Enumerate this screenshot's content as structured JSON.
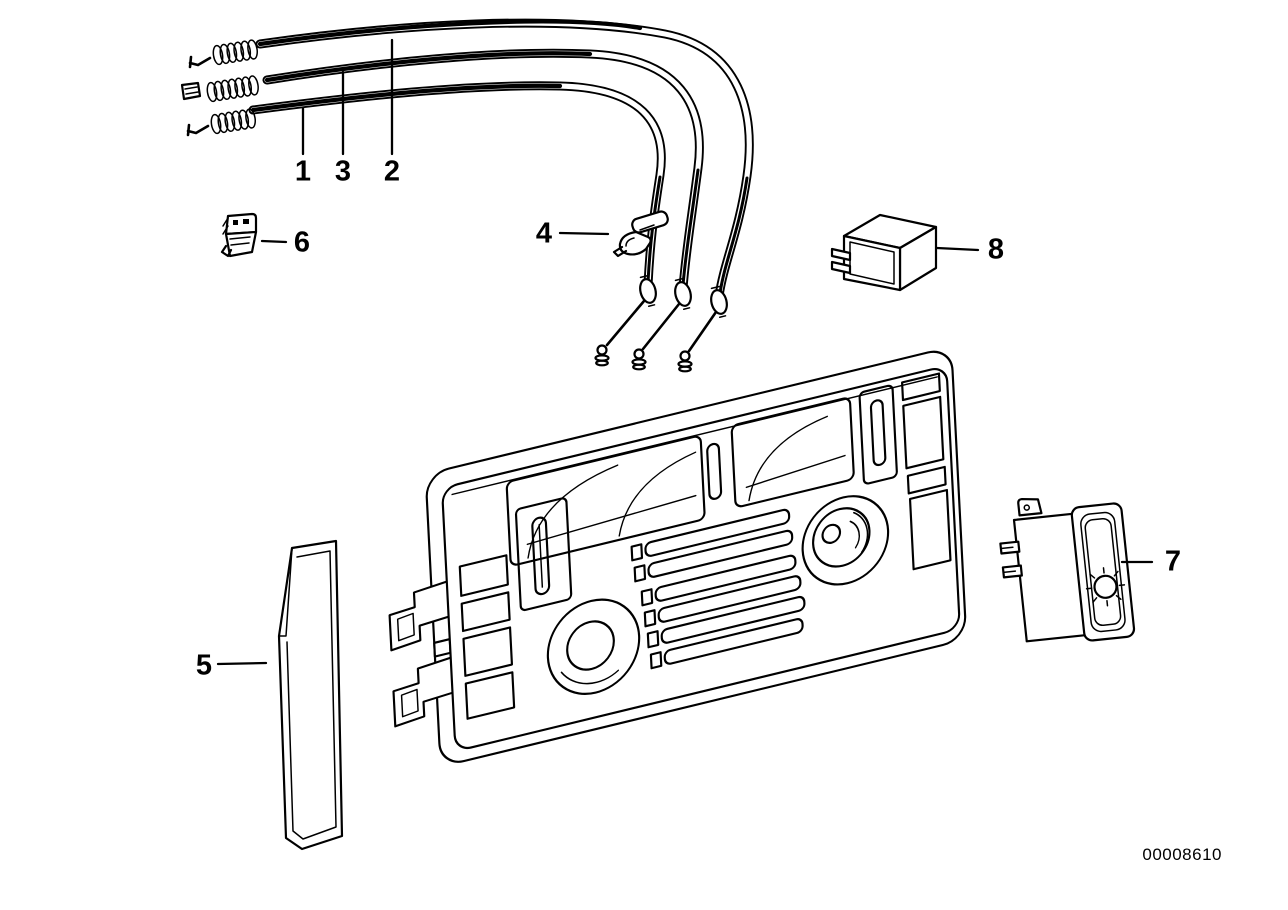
{
  "diagram": {
    "type": "parts-diagram",
    "id_number": "00008610",
    "colors": {
      "line": "#000000",
      "background": "#ffffff"
    },
    "callouts": [
      {
        "label": "1"
      },
      {
        "label": "2"
      },
      {
        "label": "3"
      },
      {
        "label": "4"
      },
      {
        "label": "5"
      },
      {
        "label": "6"
      },
      {
        "label": "7"
      },
      {
        "label": "8"
      }
    ]
  }
}
